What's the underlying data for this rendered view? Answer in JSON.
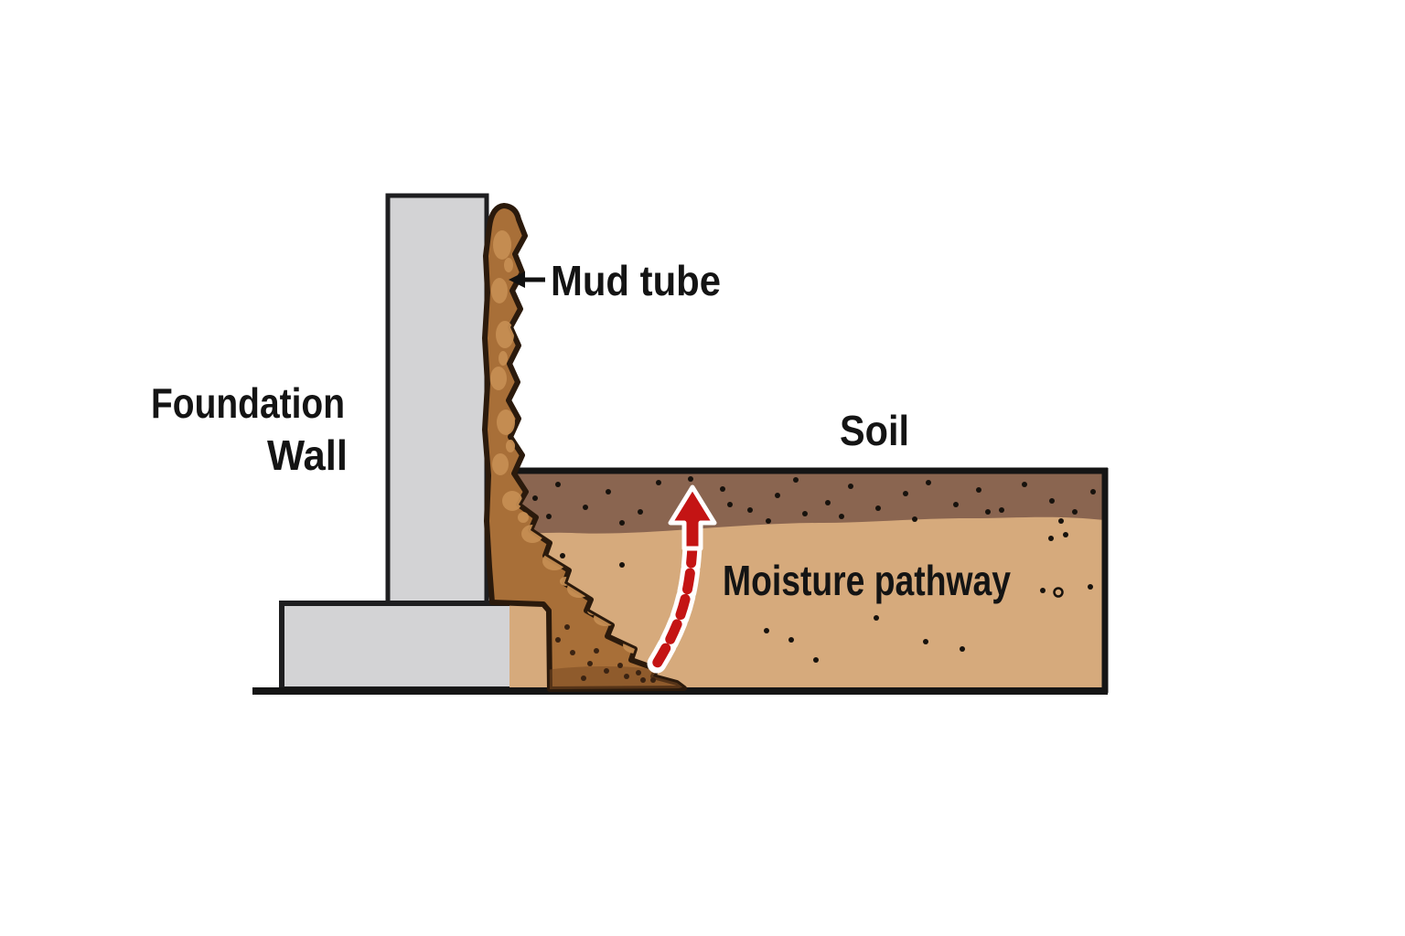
{
  "diagram": {
    "subject": "termite-mud-tube-foundation-cross-section",
    "labels": {
      "foundation_wall_line1": "Foundation",
      "foundation_wall_line2": "Wall",
      "mud_tube": "Mud tube",
      "soil": "Soil",
      "moisture_pathway": "Moisture pathway"
    },
    "colors": {
      "background": "#ffffff",
      "label_text": "#141414",
      "wall_fill": "#d3d3d5",
      "wall_outline": "#1e1e20",
      "footing_fill": "#d3d3d5",
      "footing_outline": "#1e1e20",
      "topsoil_fill": "#8a6550",
      "subsoil_fill": "#d6aa7c",
      "soil_outline": "#151515",
      "ground_line": "#151515",
      "mud_fill": "#a86f38",
      "mud_patch": "#c58d52",
      "mud_pore": "#3a2312",
      "mud_shadow": "#7a4a22",
      "mud_outline": "#2b1a0c",
      "speckle": "#17120d",
      "arrow_red": "#c41414",
      "arrow_casing": "#ffffff",
      "pointer_black": "#111111"
    }
  }
}
